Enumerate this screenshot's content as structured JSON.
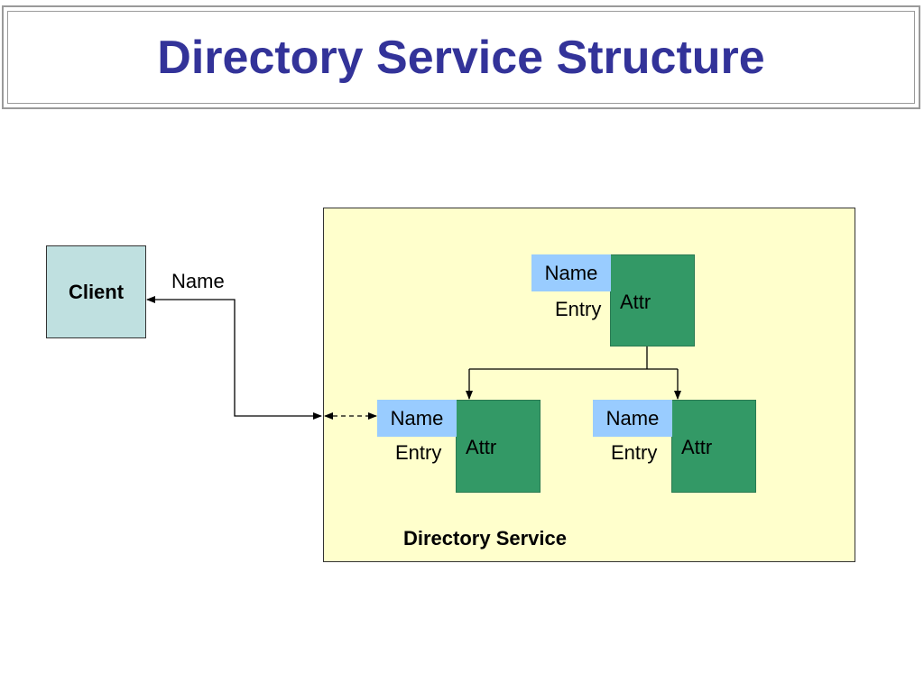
{
  "title": "Directory Service Structure",
  "client": {
    "label": "Client"
  },
  "link": {
    "label": "Name"
  },
  "service": {
    "label": "Directory Service"
  },
  "entries": [
    {
      "name": "Name",
      "entry": "Entry",
      "attr": "Attr"
    },
    {
      "name": "Name",
      "entry": "Entry",
      "attr": "Attr"
    },
    {
      "name": "Name",
      "entry": "Entry",
      "attr": "Attr"
    }
  ],
  "colors": {
    "title": "#333399",
    "client_fill": "#bfe0e0",
    "service_fill": "#ffffcc",
    "name_fill": "#99ccff",
    "attr_fill": "#339966"
  }
}
